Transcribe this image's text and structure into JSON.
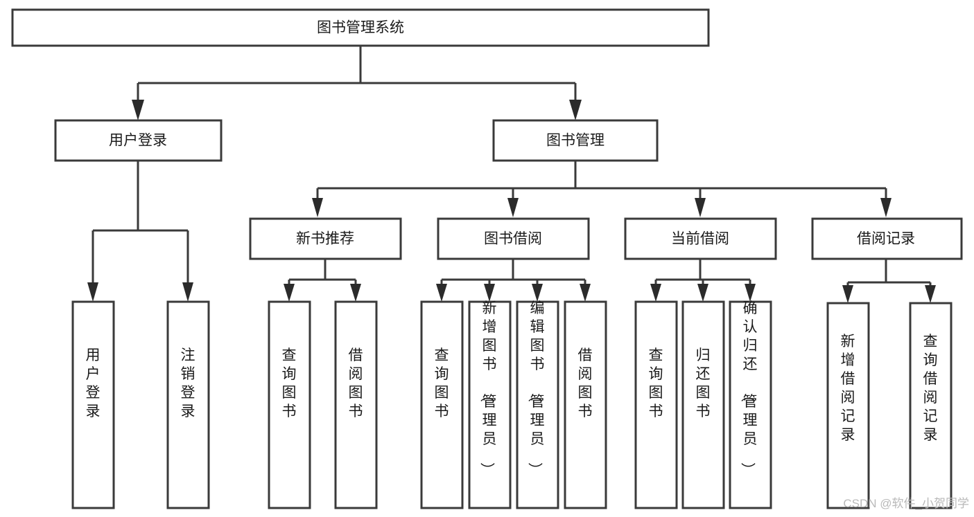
{
  "diagram": {
    "title": "图书管理系统",
    "type": "tree-hierarchy-chart",
    "watermark": "CSDN @软件_小贺同学",
    "colors": {
      "box_fill": "#ffffff",
      "box_stroke": "#3a3a3a",
      "connector": "#3a3a3a",
      "text": "#1a1a1a",
      "watermark": "#b9b9b9",
      "background": "#ffffff"
    },
    "root": {
      "label": "图书管理系统"
    },
    "level2": [
      {
        "label": "用户登录"
      },
      {
        "label": "图书管理"
      }
    ],
    "level3": [
      {
        "label": "新书推荐"
      },
      {
        "label": "图书借阅"
      },
      {
        "label": "当前借阅"
      },
      {
        "label": "借阅记录"
      }
    ],
    "leaves": {
      "user_login": [
        {
          "label": "用户登录"
        },
        {
          "label": "注销登录"
        }
      ],
      "new_book_recommend": [
        {
          "label": "查询图书"
        },
        {
          "label": "借阅图书"
        }
      ],
      "book_borrow": [
        {
          "label": "查询图书"
        },
        {
          "label": "新增图书（管理员）"
        },
        {
          "label": "编辑图书（管理员）"
        },
        {
          "label": "借阅图书"
        }
      ],
      "current_borrow": [
        {
          "label": "查询图书"
        },
        {
          "label": "归还图书"
        },
        {
          "label": "确认归还（管理员）"
        }
      ],
      "borrow_record": [
        {
          "label": "新增借阅记录"
        },
        {
          "label": "查询借阅记录"
        }
      ]
    }
  }
}
